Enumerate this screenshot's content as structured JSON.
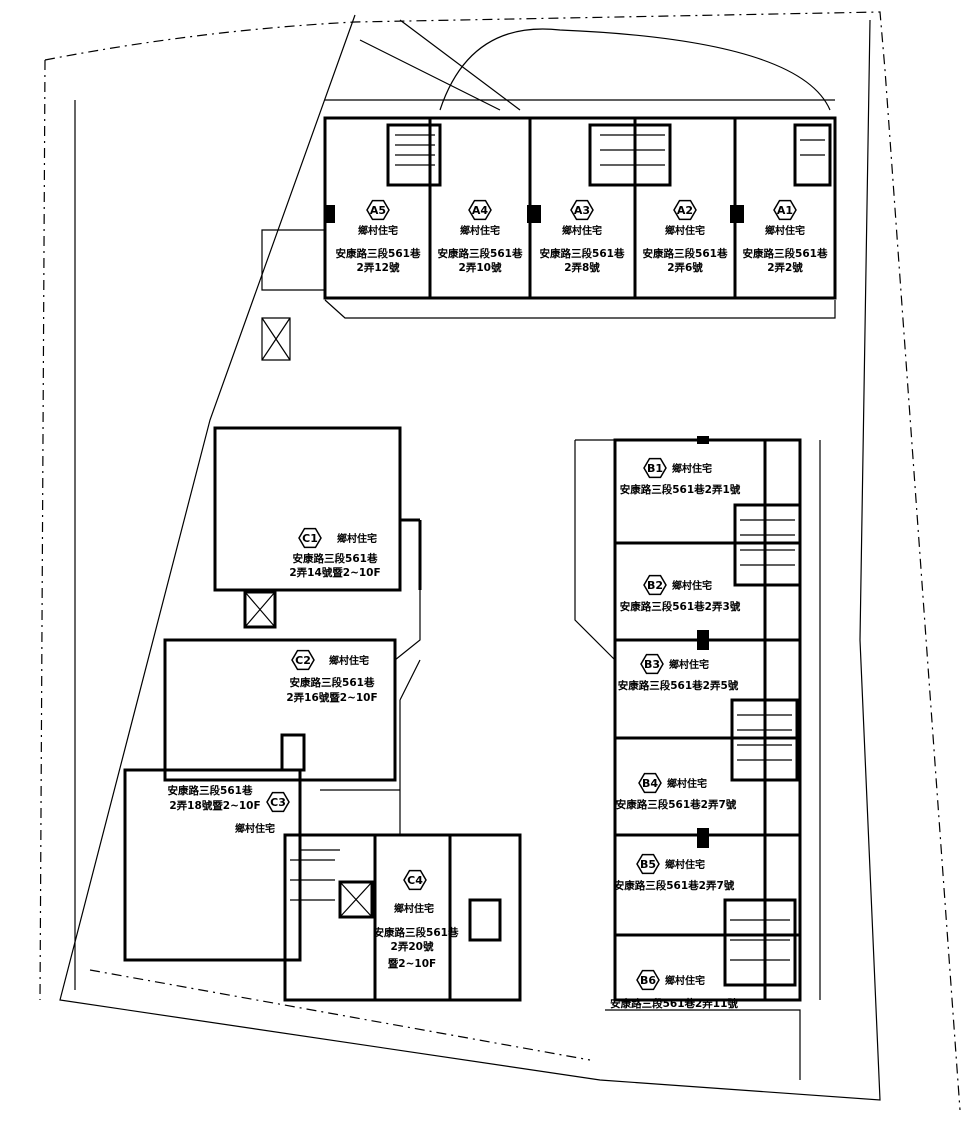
{
  "plan": {
    "units": [
      {
        "id": "A5",
        "type": "鄉村住宅",
        "address": [
          "安康路三段561巷",
          "2弄12號"
        ]
      },
      {
        "id": "A4",
        "type": "鄉村住宅",
        "address": [
          "安康路三段561巷",
          "2弄10號"
        ]
      },
      {
        "id": "A3",
        "type": "鄉村住宅",
        "address": [
          "安康路三段561巷",
          "2弄8號"
        ]
      },
      {
        "id": "A2",
        "type": "鄉村住宅",
        "address": [
          "安康路三段561巷",
          "2弄6號"
        ]
      },
      {
        "id": "A1",
        "type": "鄉村住宅",
        "address": [
          "安康路三段561巷",
          "2弄2號"
        ]
      },
      {
        "id": "B1",
        "type": "鄉村住宅",
        "address": [
          "安康路三段561巷2弄1號"
        ]
      },
      {
        "id": "B2",
        "type": "鄉村住宅",
        "address": [
          "安康路三段561巷2弄3號"
        ]
      },
      {
        "id": "B3",
        "type": "鄉村住宅",
        "address": [
          "安康路三段561巷2弄5號"
        ]
      },
      {
        "id": "B4",
        "type": "鄉村住宅",
        "address": [
          "安康路三段561巷2弄7號"
        ]
      },
      {
        "id": "B5",
        "type": "鄉村住宅",
        "address": [
          "安康路三段561巷2弄7號"
        ]
      },
      {
        "id": "B6",
        "type": "鄉村住宅",
        "address": [
          "安康路三段561巷2弄11號"
        ]
      },
      {
        "id": "C1",
        "type": "鄉村住宅",
        "address": [
          "安康路三段561巷",
          "2弄14號暨2~10F"
        ]
      },
      {
        "id": "C2",
        "type": "鄉村住宅",
        "address": [
          "安康路三段561巷",
          "2弄16號暨2~10F"
        ]
      },
      {
        "id": "C3",
        "type": "鄉村住宅",
        "address": [
          "安康路三段561巷",
          "2弄18號暨2~10F"
        ]
      },
      {
        "id": "C4",
        "type": "鄉村住宅",
        "address": [
          "安康路三段561巷",
          "2弄20號",
          "暨2~10F"
        ]
      }
    ]
  }
}
